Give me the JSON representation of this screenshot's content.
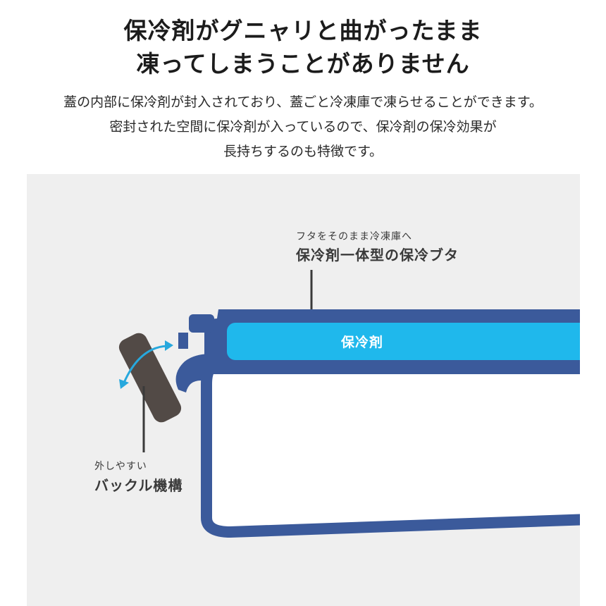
{
  "headline": {
    "line1": "保冷剤がグニャリと曲がったまま",
    "line2": "凍ってしまうことがありません"
  },
  "body": {
    "line1": "蓋の内部に保冷剤が封入されており、蓋ごと冷凍庫で凍らせることができます。",
    "line2": "密封された空間に保冷剤が入っているので、保冷剤の保冷効果が",
    "line3": "長持ちするのも特徴です。"
  },
  "diagram": {
    "lid_callout": {
      "sub": "フタをそのまま冷凍庫へ",
      "main": "保冷剤一体型の保冷ブタ"
    },
    "buckle_callout": {
      "sub": "外しやすい",
      "main": "バックル機構"
    },
    "ice_pack_label": "保冷剤",
    "icons": [
      "buckle-icon",
      "rotate-arrow-icon"
    ]
  },
  "colors": {
    "background": "#ffffff",
    "panel": "#efefef",
    "container_blue": "#3b5a9b",
    "ice_pack_cyan": "#1fb8ec",
    "buckle_gray": "#524a46",
    "arrow_cyan": "#27a8dd",
    "text_dark": "#1c1c1c"
  }
}
